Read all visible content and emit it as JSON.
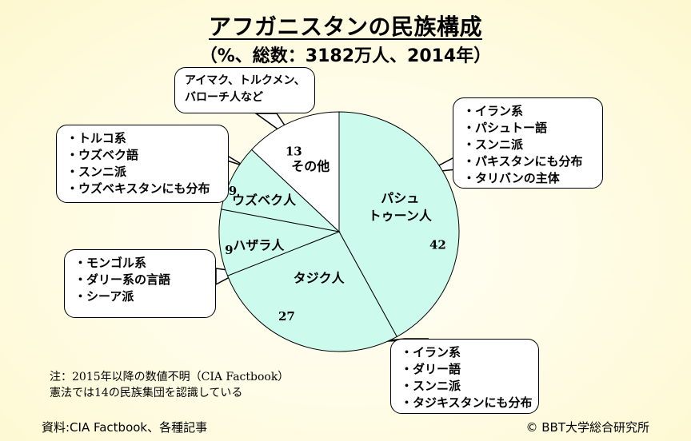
{
  "title": "アフガニスタンの民族構成",
  "subtitle": "（%、総数：3182万人、2014年）",
  "chart_data": {
    "type": "pie",
    "title": "アフガニスタンの民族構成",
    "subtitle": "（%、総数：3182万人、2014年）",
    "slices": [
      {
        "label": "パシュ\nトゥーン人",
        "value": 42,
        "color": "#ccfbee"
      },
      {
        "label": "タジク人",
        "value": 27,
        "color": "#ccfbee"
      },
      {
        "label": "ハザラ人",
        "value": 9,
        "color": "#ccfbee"
      },
      {
        "label": "ウズベク人",
        "value": 9,
        "color": "#ccfbee"
      },
      {
        "label": "その他",
        "value": 13,
        "color": "#ffffff"
      }
    ],
    "start": "12 o'clock",
    "direction": "clockwise"
  },
  "callouts": {
    "pashtun": [
      "・イラン系",
      "・パシュトー語",
      "・スンニ派",
      "・パキスタンにも分布",
      "・タリバンの主体"
    ],
    "tajik": [
      "・イラン系",
      "・ダリー語",
      "・スンニ派",
      "・タジキスタンにも分布"
    ],
    "hazara": [
      "・モンゴル系",
      "・ダリー系の言語",
      "・シーア派"
    ],
    "uzbek": [
      "・トルコ系",
      "・ウズベク語",
      "・スンニ派",
      "・ウズベキスタンにも分布"
    ],
    "other": [
      "アイマク、トルクメン、",
      "バローチ人など"
    ]
  },
  "note": {
    "line1": "注：2015年以降の数値不明（CIA Factbook）",
    "line2": "憲法では14の民族集団を認識している"
  },
  "footer": {
    "source": "資料:CIA Factbook、各種記事",
    "copyright": "© BBT大学総合研究所"
  }
}
